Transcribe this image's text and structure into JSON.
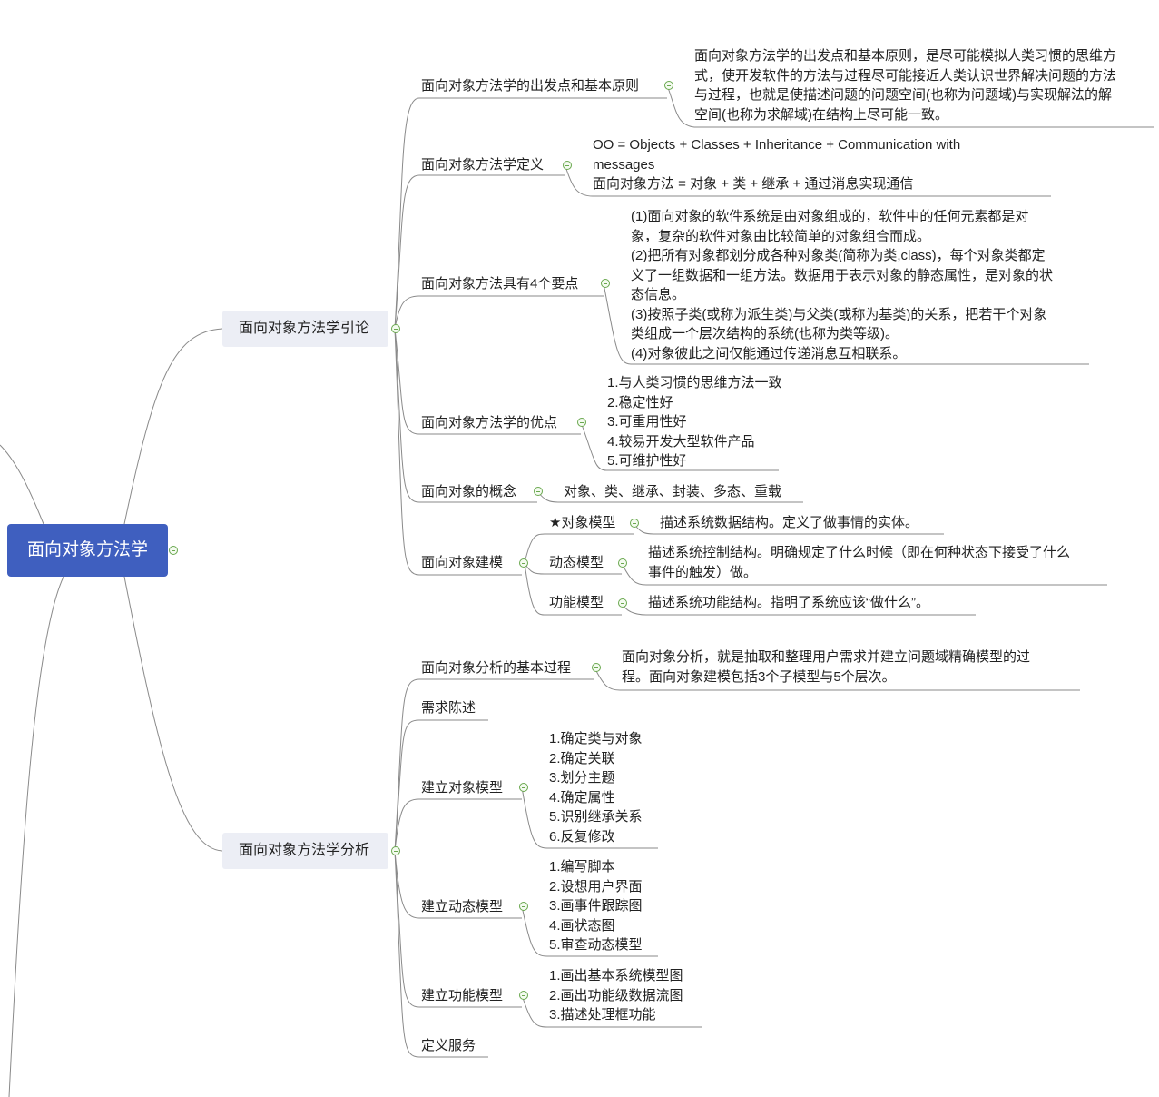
{
  "root": {
    "label": "面向对象方法学"
  },
  "intro": {
    "label": "面向对象方法学引论",
    "origin": {
      "label": "面向对象方法学的出发点和基本原则",
      "lines": [
        "面向对象方法学的出发点和基本原则，是尽可能模拟人类习惯的思维方",
        "式，使开发软件的方法与过程尽可能接近人类认识世界解决问题的方法",
        "与过程，也就是使描述问题的问题空间(也称为问题域)与实现解法的解",
        "空间(也称为求解域)在结构上尽可能一致。"
      ]
    },
    "definition": {
      "label": "面向对象方法学定义",
      "lines": [
        "OO  =  Objects  +  Classes  +  Inheritance  +  Communication  with",
        "messages",
        "面向对象方法  =  对象  +  类  +  继承  +  通过消息实现通信"
      ]
    },
    "key_points": {
      "label": "面向对象方法具有4个要点",
      "lines": [
        "(1)面向对象的软件系统是由对象组成的，软件中的任何元素都是对",
        "象，复杂的软件对象由比较简单的对象组合而成。",
        "(2)把所有对象都划分成各种对象类(简称为类,class)，每个对象类都定",
        "义了一组数据和一组方法。数据用于表示对象的静态属性，是对象的状",
        "态信息。",
        "(3)按照子类(或称为派生类)与父类(或称为基类)的关系，把若干个对象",
        "类组成一个层次结构的系统(也称为类等级)。",
        "(4)对象彼此之间仅能通过传递消息互相联系。"
      ]
    },
    "advantages": {
      "label": "面向对象方法学的优点",
      "items": [
        "1.与人类习惯的思维方法一致",
        "2.稳定性好",
        "3.可重用性好",
        "4.较易开发大型软件产品",
        "5.可维护性好"
      ]
    },
    "concepts": {
      "label": "面向对象的概念",
      "text": "对象、类、继承、封装、多态、重载"
    },
    "modeling": {
      "label": "面向对象建模",
      "object_model": {
        "label": "★对象模型",
        "text": "描述系统数据结构。定义了做事情的实体。"
      },
      "dynamic_model": {
        "label": "动态模型",
        "lines": [
          "描述系统控制结构。明确规定了什么时候（即在何种状态下接受了什么",
          "事件的触发）做。"
        ]
      },
      "function_model": {
        "label": "功能模型",
        "text": "描述系统功能结构。指明了系统应该“做什么”。"
      }
    }
  },
  "analysis": {
    "label": "面向对象方法学分析",
    "basic_process": {
      "label": "面向对象分析的基本过程",
      "lines": [
        "面向对象分析，就是抽取和整理用户需求并建立问题域精确模型的过",
        "程。面向对象建模包括3个子模型与5个层次。"
      ]
    },
    "requirements": {
      "label": "需求陈述"
    },
    "object_model": {
      "label": "建立对象模型",
      "items": [
        "1.确定类与对象",
        "2.确定关联",
        "3.划分主题",
        "4.确定属性",
        "5.识别继承关系",
        "6.反复修改"
      ]
    },
    "dynamic_model": {
      "label": "建立动态模型",
      "items": [
        "1.编写脚本",
        "2.设想用户界面",
        "3.画事件跟踪图",
        "4.画状态图",
        "5.审查动态模型"
      ]
    },
    "function_model": {
      "label": "建立功能模型",
      "items": [
        "1.画出基本系统模型图",
        "2.画出功能级数据流图",
        "3.描述处理框功能"
      ]
    },
    "services": {
      "label": "定义服务"
    }
  },
  "colors": {
    "root": "#3f5fbf",
    "main_node": "#eceef5",
    "line": "#8a8a8a",
    "toggle": "#6aa84f"
  }
}
